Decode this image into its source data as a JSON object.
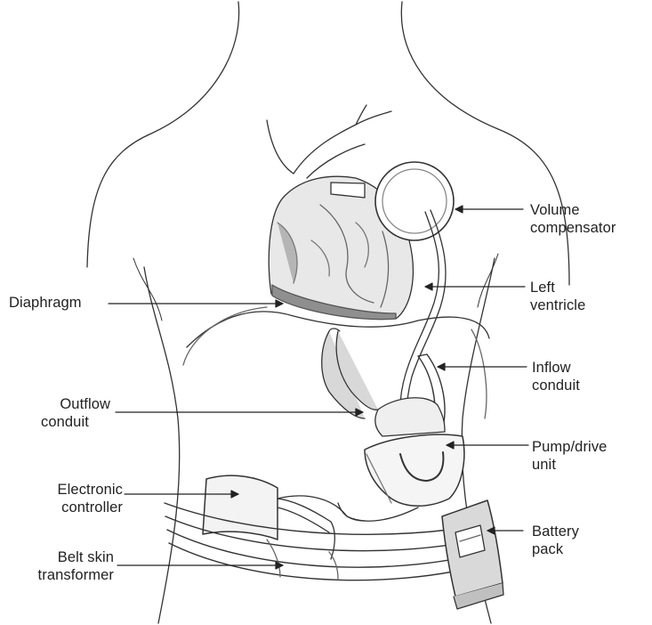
{
  "labels": {
    "volume_compensator": [
      "Volume",
      "compensator"
    ],
    "left_ventricle": [
      "Left",
      "ventricle"
    ],
    "diaphragm": [
      "Diaphragm"
    ],
    "inflow_conduit": [
      "Inflow",
      "conduit"
    ],
    "outflow_conduit": [
      "Outflow",
      "conduit"
    ],
    "pump_drive_unit": [
      "Pump/drive",
      "unit"
    ],
    "electronic_controller": [
      "Electronic",
      "controller"
    ],
    "battery_pack": [
      "Battery",
      "pack"
    ],
    "belt_skin_transformer": [
      "Belt skin",
      "transformer"
    ]
  },
  "colors": {
    "ink": "#222222",
    "shade": "#9a9a9a",
    "light_shade": "#c9c9c9",
    "background": "#ffffff"
  }
}
